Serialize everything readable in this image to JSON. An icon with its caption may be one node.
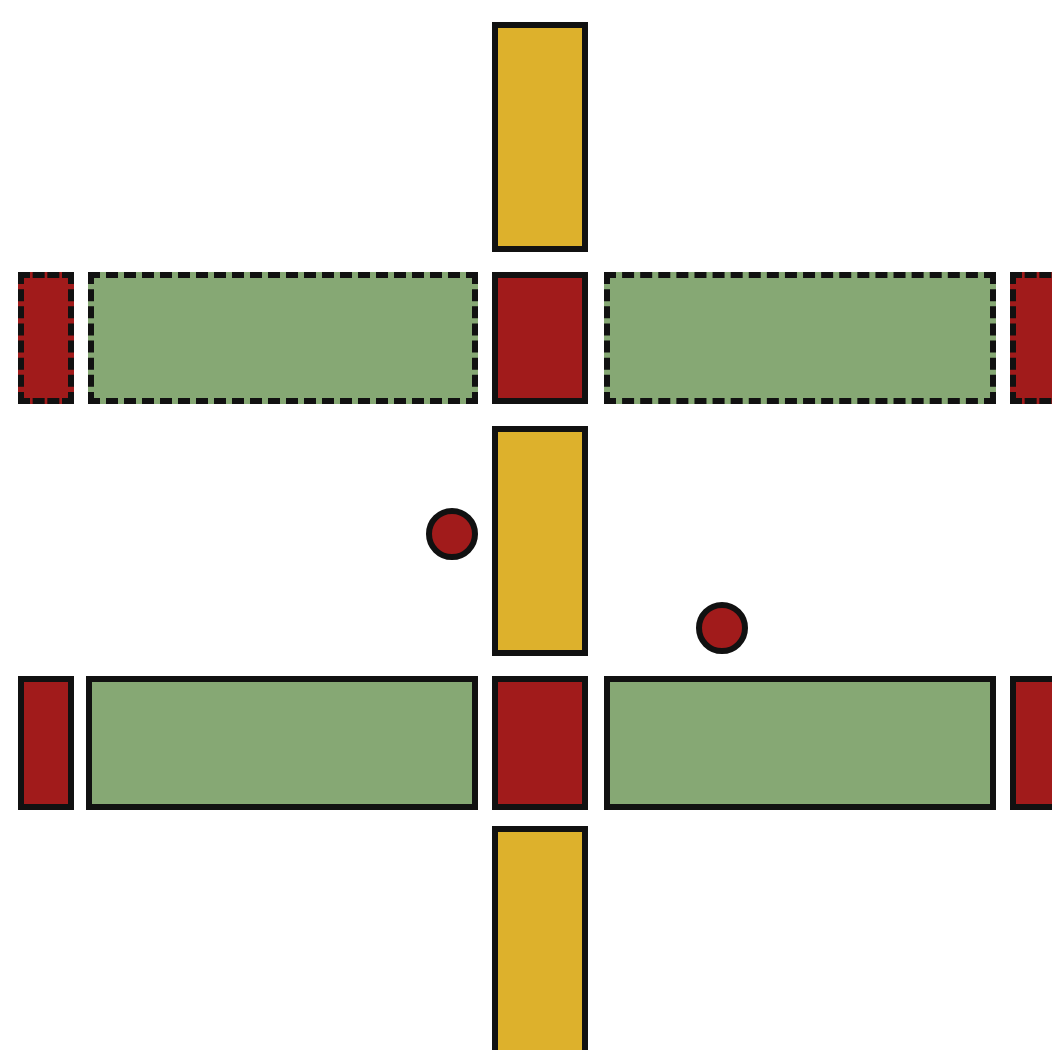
{
  "diagram": {
    "nodes": [
      {
        "text": [],
        "shape": "bar"
      },
      {
        "text": [],
        "shape": "box"
      },
      {
        "text": [],
        "shape": "bar"
      },
      {
        "text": [],
        "shape": "box"
      },
      {
        "text": [],
        "shape": "bar"
      },
      {
        "text": [],
        "shape": "box"
      },
      {
        "text": [],
        "shape": "bar"
      },
      {
        "text": [],
        "shape": "circle"
      },
      {
        "text": [],
        "shape": "circle"
      },
      {
        "text": [],
        "shape": "box"
      },
      {
        "text": [],
        "shape": "bar"
      },
      {
        "text": [],
        "shape": "box"
      },
      {
        "text": [],
        "shape": "bar"
      },
      {
        "text": [],
        "shape": "box"
      },
      {
        "text": [],
        "shape": "bar"
      }
    ]
  }
}
